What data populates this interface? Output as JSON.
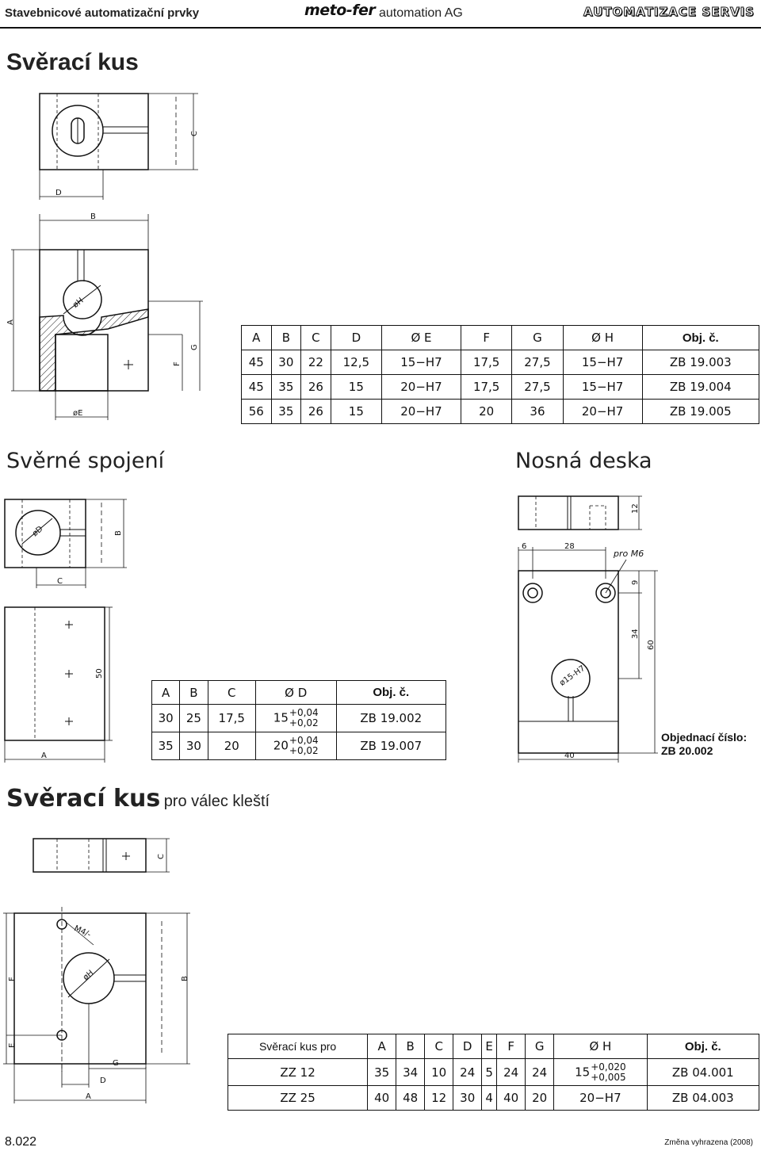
{
  "header": {
    "category": "Stavebnicové automatizační prvky",
    "logo": "meto-fer",
    "company": "automation AG",
    "brand": "AUTOMATIZACE SERVIS"
  },
  "sec1": {
    "title": "Svěrací kus",
    "labels": {
      "a": "A",
      "b": "B",
      "c": "C",
      "d": "D",
      "e": "øE",
      "f": "F",
      "g": "G",
      "h": "øH"
    },
    "table": {
      "headers": [
        "A",
        "B",
        "C",
        "D",
        "Ø E",
        "F",
        "G",
        "Ø H",
        "Obj. č."
      ],
      "rows": [
        [
          "45",
          "30",
          "22",
          "12,5",
          "15−H7",
          "17,5",
          "27,5",
          "15−H7",
          "ZB 19.003"
        ],
        [
          "45",
          "35",
          "26",
          "15",
          "20−H7",
          "17,5",
          "27,5",
          "15−H7",
          "ZB 19.004"
        ],
        [
          "56",
          "35",
          "26",
          "15",
          "20−H7",
          "20",
          "36",
          "20−H7",
          "ZB 19.005"
        ]
      ]
    }
  },
  "sec2": {
    "title": "Svěrné spojení",
    "labels": {
      "b": "B",
      "c": "C",
      "a": "A",
      "d": "øD",
      "v50": "50"
    },
    "table": {
      "headers": [
        "A",
        "B",
        "C",
        "Ø D",
        "Obj. č."
      ],
      "rows": [
        {
          "a": "30",
          "b": "25",
          "c": "17,5",
          "d": "15",
          "tol_hi": "+0,04",
          "tol_lo": "+0,02",
          "obj": "ZB 19.002"
        },
        {
          "a": "35",
          "b": "30",
          "c": "20",
          "d": "20",
          "tol_hi": "+0,04",
          "tol_lo": "+0,02",
          "obj": "ZB 19.007"
        }
      ]
    }
  },
  "sec3": {
    "title": "Nosná deska",
    "dims": {
      "d12": "12",
      "d6": "6",
      "d28": "28",
      "m6": "pro M6",
      "d9": "9",
      "d34": "34",
      "d60": "60",
      "d40": "40",
      "bore": "ø15-H7"
    },
    "order_label": "Objednací číslo:",
    "order_no": "ZB 20.002"
  },
  "sec4": {
    "title": "Svěrací kus",
    "subtitle": "pro válec kleští",
    "labels": {
      "c": "C",
      "m4": "M4/-",
      "h": "øH",
      "f": "F",
      "b": "B",
      "e": "E",
      "g": "G",
      "d": "D",
      "a": "A"
    },
    "table": {
      "headers": [
        "Svěrací kus pro",
        "A",
        "B",
        "C",
        "D",
        "E",
        "F",
        "G",
        "Ø H",
        "Obj. č."
      ],
      "rows": [
        {
          "name": "ZZ 12",
          "a": "35",
          "b": "34",
          "c": "10",
          "d": "24",
          "e": "5",
          "f": "24",
          "g": "24",
          "h": "15",
          "tol_hi": "+0,020",
          "tol_lo": "+0,005",
          "obj": "ZB 04.001"
        },
        {
          "name": "ZZ 25",
          "a": "40",
          "b": "48",
          "c": "12",
          "d": "30",
          "e": "4",
          "f": "40",
          "g": "20",
          "h": "20−H7",
          "obj": "ZB 04.003"
        }
      ]
    }
  },
  "footer": {
    "page": "8.022",
    "note": "Změna vyhrazena (2008)"
  }
}
